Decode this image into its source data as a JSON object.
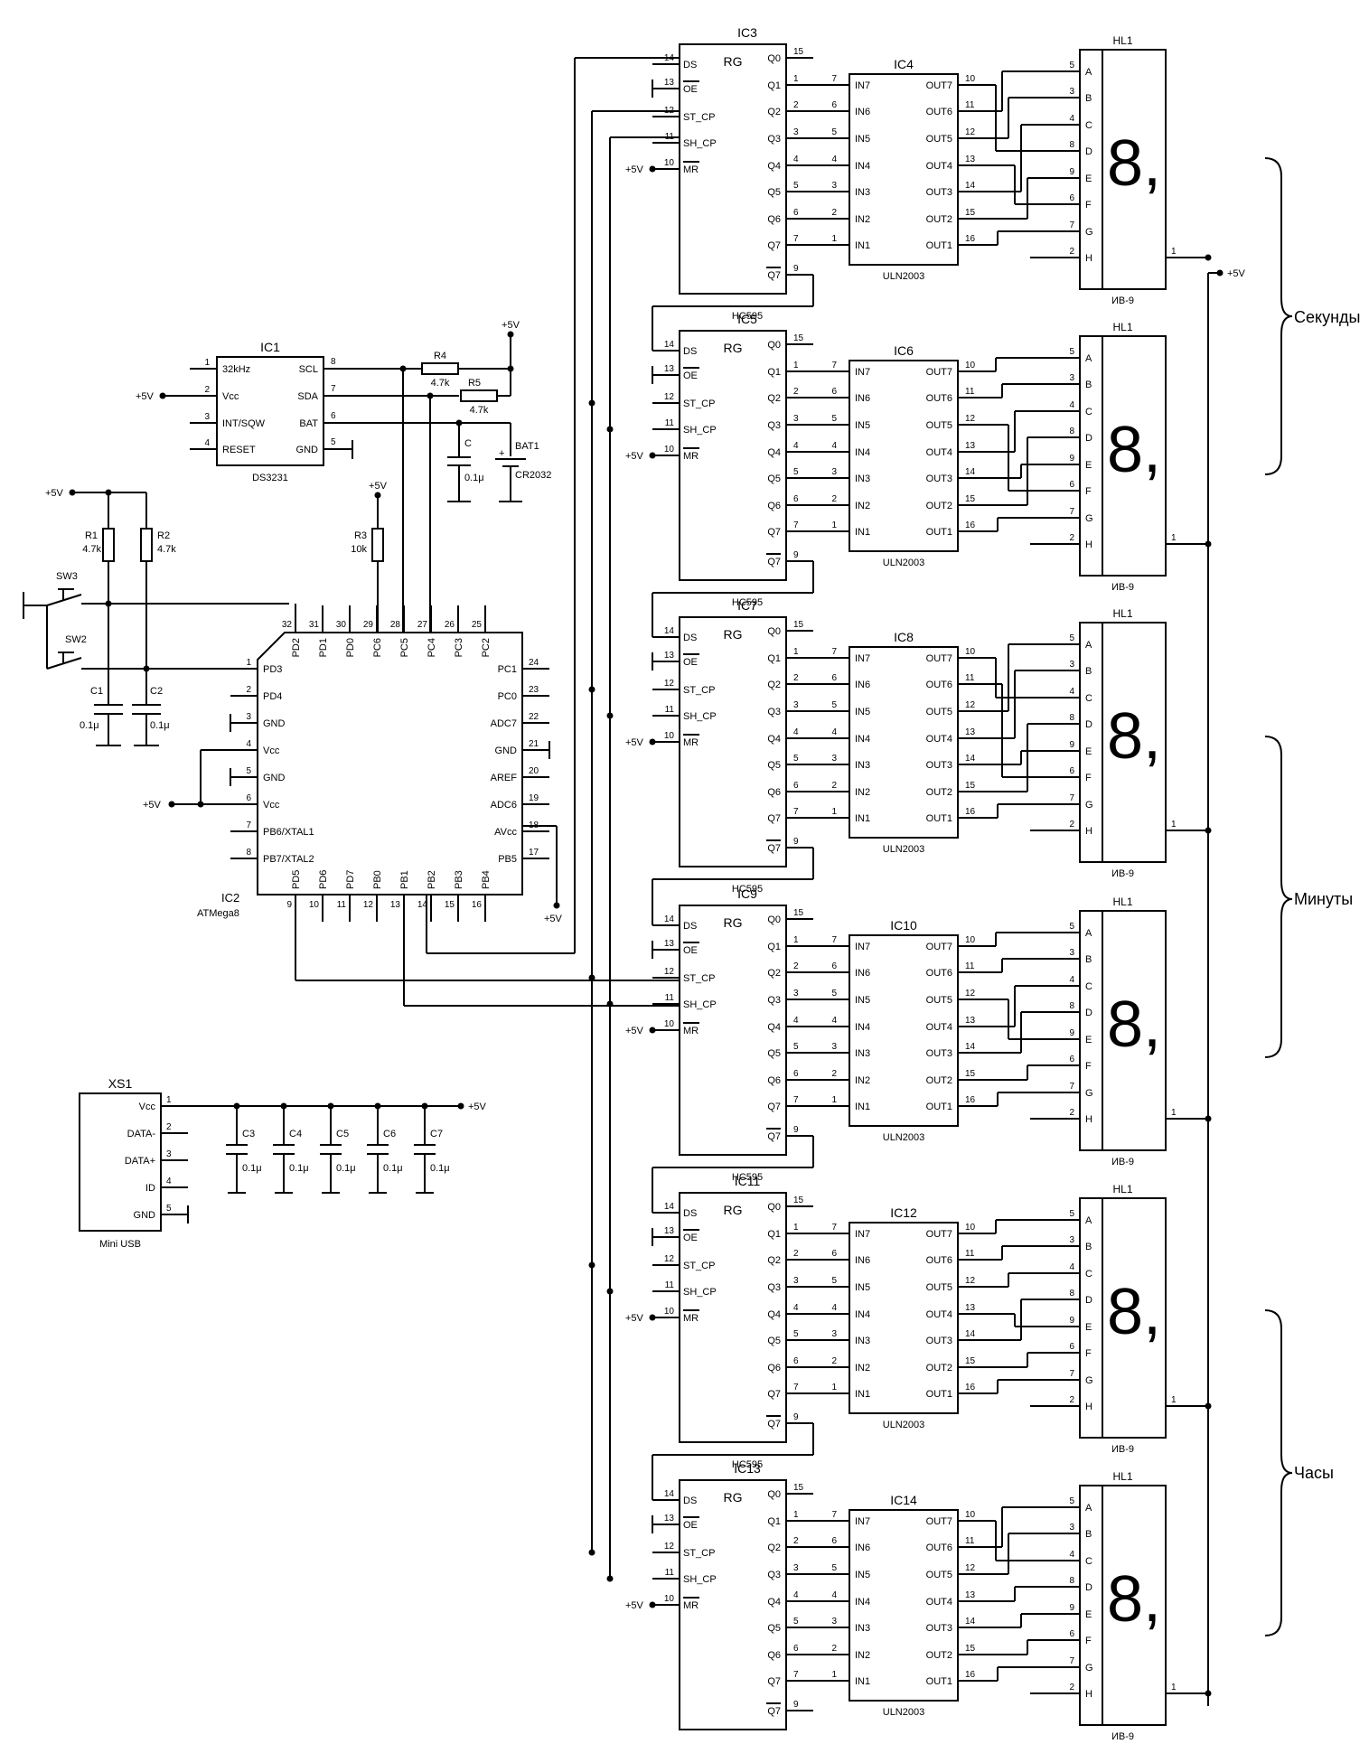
{
  "power": {
    "vcc": "+5V"
  },
  "ic1": {
    "ref": "IC1",
    "part": "DS3231",
    "left": [
      {
        "num": "1",
        "name": "32kHz"
      },
      {
        "num": "2",
        "name": "Vcc"
      },
      {
        "num": "3",
        "name": "INT/SQW"
      },
      {
        "num": "4",
        "name": "RESET"
      }
    ],
    "right": [
      {
        "num": "8",
        "name": "SCL"
      },
      {
        "num": "7",
        "name": "SDA"
      },
      {
        "num": "6",
        "name": "BAT"
      },
      {
        "num": "5",
        "name": "GND"
      }
    ]
  },
  "passives": {
    "r4": {
      "ref": "R4",
      "val": "4.7k"
    },
    "r5": {
      "ref": "R5",
      "val": "4.7k"
    },
    "r1": {
      "ref": "R1",
      "val": "4.7k"
    },
    "r2": {
      "ref": "R2",
      "val": "4.7k"
    },
    "r3": {
      "ref": "R3",
      "val": "10k"
    },
    "c": {
      "ref": "C",
      "val": "0.1μ"
    },
    "bat": {
      "ref": "BAT1",
      "val": "CR2032"
    },
    "c1": {
      "ref": "C1",
      "val": "0.1μ"
    },
    "c2": {
      "ref": "C2",
      "val": "0.1μ"
    },
    "sw3": "SW3",
    "sw2": "SW2"
  },
  "ic2": {
    "ref": "IC2",
    "part": "ATMega8",
    "left": [
      {
        "num": "1",
        "name": "PD3"
      },
      {
        "num": "2",
        "name": "PD4"
      },
      {
        "num": "3",
        "name": "GND"
      },
      {
        "num": "4",
        "name": "Vcc"
      },
      {
        "num": "5",
        "name": "GND"
      },
      {
        "num": "6",
        "name": "Vcc"
      },
      {
        "num": "7",
        "name": "PB6/XTAL1"
      },
      {
        "num": "8",
        "name": "PB7/XTAL2"
      }
    ],
    "right": [
      {
        "num": "24",
        "name": "PC1"
      },
      {
        "num": "23",
        "name": "PC0"
      },
      {
        "num": "22",
        "name": "ADC7"
      },
      {
        "num": "21",
        "name": "GND"
      },
      {
        "num": "20",
        "name": "AREF"
      },
      {
        "num": "19",
        "name": "ADC6"
      },
      {
        "num": "18",
        "name": "AVcc"
      },
      {
        "num": "17",
        "name": "PB5"
      }
    ],
    "top": [
      {
        "num": "32",
        "name": "PD2"
      },
      {
        "num": "31",
        "name": "PD1"
      },
      {
        "num": "30",
        "name": "PD0"
      },
      {
        "num": "29",
        "name": "PC6"
      },
      {
        "num": "28",
        "name": "PC5"
      },
      {
        "num": "27",
        "name": "PC4"
      },
      {
        "num": "26",
        "name": "PC3"
      },
      {
        "num": "25",
        "name": "PC2"
      }
    ],
    "bottom": [
      {
        "num": "9",
        "name": "PD5"
      },
      {
        "num": "10",
        "name": "PD6"
      },
      {
        "num": "11",
        "name": "PD7"
      },
      {
        "num": "12",
        "name": "PB0"
      },
      {
        "num": "13",
        "name": "PB1"
      },
      {
        "num": "14",
        "name": "PB2"
      },
      {
        "num": "15",
        "name": "PB3"
      },
      {
        "num": "16",
        "name": "PB4"
      }
    ]
  },
  "xs1": {
    "ref": "XS1",
    "part": "Mini USB",
    "pins": [
      {
        "num": "1",
        "name": "Vcc"
      },
      {
        "num": "2",
        "name": "DATA-"
      },
      {
        "num": "3",
        "name": "DATA+"
      },
      {
        "num": "4",
        "name": "ID"
      },
      {
        "num": "5",
        "name": "GND"
      }
    ],
    "caps": [
      {
        "ref": "C3",
        "val": "0.1μ"
      },
      {
        "ref": "C4",
        "val": "0.1μ"
      },
      {
        "ref": "C5",
        "val": "0.1μ"
      },
      {
        "ref": "C6",
        "val": "0.1μ"
      },
      {
        "ref": "C7",
        "val": "0.1μ"
      }
    ]
  },
  "hc595": {
    "part": "HC595",
    "title": "RG",
    "left": [
      {
        "num": "14",
        "name": "DS"
      },
      {
        "num": "13",
        "name": "OE"
      },
      {
        "num": "12",
        "name": "ST_CP"
      },
      {
        "num": "11",
        "name": "SH_CP"
      },
      {
        "num": "10",
        "name": "MR"
      }
    ],
    "right": [
      {
        "num": "15",
        "name": "Q0"
      },
      {
        "num": "1",
        "name": "Q1"
      },
      {
        "num": "2",
        "name": "Q2"
      },
      {
        "num": "3",
        "name": "Q3"
      },
      {
        "num": "4",
        "name": "Q4"
      },
      {
        "num": "5",
        "name": "Q5"
      },
      {
        "num": "6",
        "name": "Q6"
      },
      {
        "num": "7",
        "name": "Q7"
      },
      {
        "num": "9",
        "name": "Q7"
      }
    ]
  },
  "uln": {
    "part": "ULN2003",
    "inputs": [
      {
        "num": "7",
        "name": "IN7"
      },
      {
        "num": "6",
        "name": "IN6"
      },
      {
        "num": "5",
        "name": "IN5"
      },
      {
        "num": "4",
        "name": "IN4"
      },
      {
        "num": "3",
        "name": "IN3"
      },
      {
        "num": "2",
        "name": "IN2"
      },
      {
        "num": "1",
        "name": "IN1"
      }
    ],
    "outputs": [
      {
        "num": "10",
        "name": "OUT7"
      },
      {
        "num": "11",
        "name": "OUT6"
      },
      {
        "num": "12",
        "name": "OUT5"
      },
      {
        "num": "13",
        "name": "OUT4"
      },
      {
        "num": "14",
        "name": "OUT3"
      },
      {
        "num": "15",
        "name": "OUT2"
      },
      {
        "num": "16",
        "name": "OUT1"
      }
    ]
  },
  "display": {
    "ref": "HL1",
    "part": "ИВ-9",
    "digit": "8,",
    "segs": [
      {
        "num": "5",
        "name": "A"
      },
      {
        "num": "3",
        "name": "B"
      },
      {
        "num": "4",
        "name": "C"
      },
      {
        "num": "8",
        "name": "D"
      },
      {
        "num": "9",
        "name": "E"
      },
      {
        "num": "6",
        "name": "F"
      },
      {
        "num": "7",
        "name": "G"
      },
      {
        "num": "2",
        "name": "H"
      }
    ],
    "common_pin": "1"
  },
  "stages": [
    {
      "rg": "IC3",
      "drv": "IC4"
    },
    {
      "rg": "IC5",
      "drv": "IC6"
    },
    {
      "rg": "IC7",
      "drv": "IC8"
    },
    {
      "rg": "IC9",
      "drv": "IC10"
    },
    {
      "rg": "IC11",
      "drv": "IC12"
    },
    {
      "rg": "IC13",
      "drv": "IC14"
    }
  ],
  "groups": [
    {
      "label": "Секунды"
    },
    {
      "label": "Минуты"
    },
    {
      "label": "Часы"
    }
  ]
}
